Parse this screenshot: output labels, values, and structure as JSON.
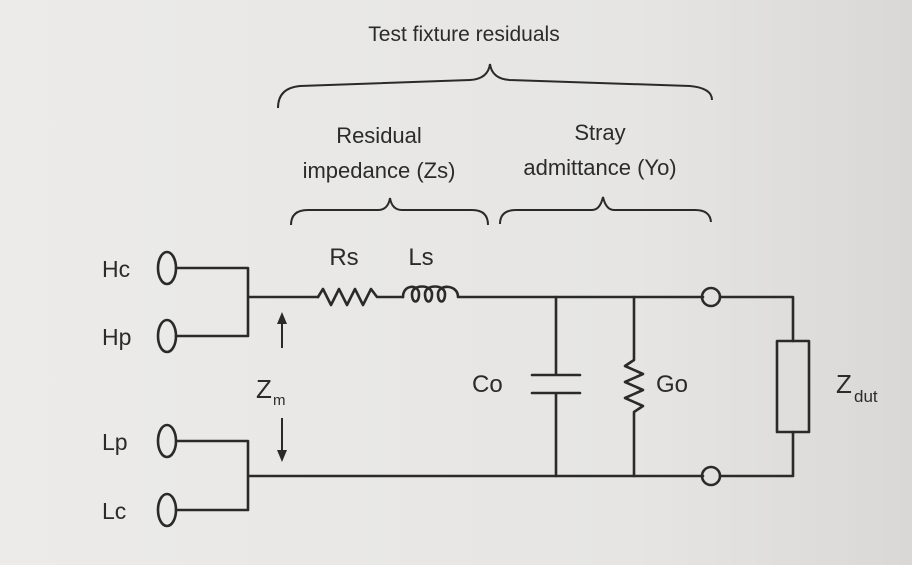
{
  "labels": {
    "title": "Test fixture residuals",
    "residual_line1": "Residual",
    "residual_line2": "impedance (Zs)",
    "stray_line1": "Stray",
    "stray_line2": "admittance (Yo)",
    "rs": "Rs",
    "ls": "Ls",
    "hc": "Hc",
    "hp": "Hp",
    "lp": "Lp",
    "lc": "Lc",
    "zm_main": "Z",
    "zm_sub": "m",
    "co": "Co",
    "go": "Go",
    "zdut_main": "Z",
    "zdut_sub": "dut"
  },
  "colors": {
    "background": "#e9e7e4",
    "ink": "#2a2a2a"
  }
}
